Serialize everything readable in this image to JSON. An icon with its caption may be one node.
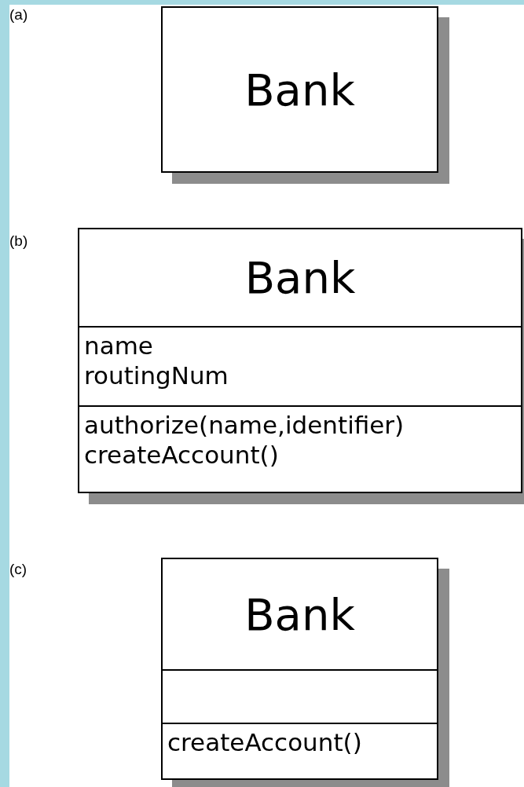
{
  "diagram": {
    "nodes": [
      {
        "text": [
          "Bank"
        ]
      },
      {
        "text": [],
        "shape": "box"
      },
      {
        "text": [
          "Bank"
        ],
        "in": 1
      },
      {
        "text": [
          "name",
          "routingNum"
        ],
        "in": 1
      },
      {
        "text": [
          "authorize(name,identifier)",
          "createAccount()"
        ],
        "in": 1
      },
      {
        "text": [],
        "shape": "box"
      },
      {
        "text": [
          "Bank"
        ],
        "in": 5
      },
      {
        "text": [],
        "shape": "box",
        "in": 5
      },
      {
        "text": [
          "createAccount()"
        ],
        "in": 5
      }
    ],
    "edges": [],
    "labels": [
      "(a)",
      "(b)",
      "(c)"
    ]
  }
}
